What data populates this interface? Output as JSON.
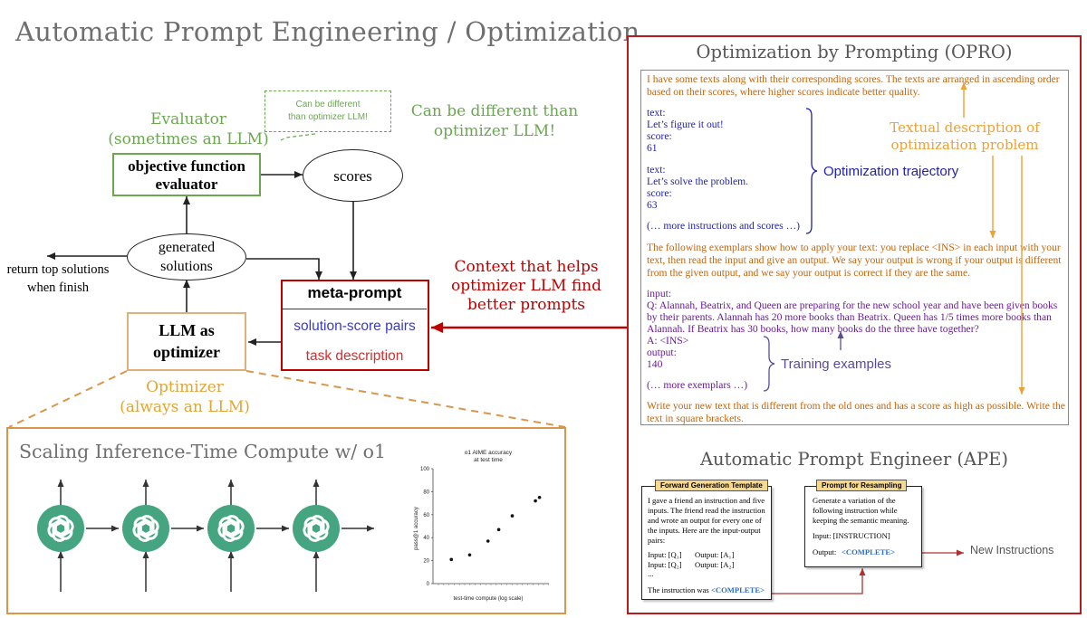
{
  "title": "Automatic Prompt Engineering / Optimization",
  "left": {
    "evaluator_label_line1": "Evaluator",
    "evaluator_label_line2": "(sometimes an LLM)",
    "callout_line1": "Can be different",
    "callout_line2": "than optimizer LLM!",
    "can_be_different_line1": "Can be different than",
    "can_be_different_line2": "optimizer LLM!",
    "objective_line1": "objective function",
    "objective_line2": "evaluator",
    "scores": "scores",
    "generated_line1": "generated",
    "generated_line2": "solutions",
    "return_line1": "return top solutions",
    "return_line2": "when finish",
    "meta_prompt": "meta-prompt",
    "solution_score_pairs": "solution-score pairs",
    "task_description": "task description",
    "llm_line1": "LLM as",
    "llm_line2": "optimizer",
    "optimizer_label_line1": "Optimizer",
    "optimizer_label_line2": "(always an LLM)",
    "context_line1": "Context that helps",
    "context_line2": "optimizer LLM find",
    "context_line3": "better prompts"
  },
  "scaling": {
    "title": "Scaling Inference-Time Compute w/ o1",
    "nodes": [
      "openai-logo",
      "openai-logo",
      "openai-logo",
      "openai-logo"
    ]
  },
  "chart_data": {
    "type": "scatter",
    "title": "o1 AIME accuracy\nat test time",
    "title_line1": "o1 AIME accuracy",
    "title_line2": "at test time",
    "xlabel": "test-time compute (log scale)",
    "ylabel": "pass@1 accuracy",
    "ylim": [
      0,
      100
    ],
    "yticks": [
      0,
      20,
      40,
      60,
      80,
      100
    ],
    "x_scale": "log",
    "points": [
      {
        "x": 1,
        "y": 21
      },
      {
        "x": 2,
        "y": 25
      },
      {
        "x": 4,
        "y": 37
      },
      {
        "x": 6,
        "y": 47
      },
      {
        "x": 10,
        "y": 59
      },
      {
        "x": 24,
        "y": 72
      },
      {
        "x": 28,
        "y": 75
      }
    ],
    "xlim": [
      0.5,
      40
    ],
    "grid": false,
    "legend": "none"
  },
  "opro": {
    "title": "Optimization by Prompting (OPRO)",
    "intro_line1": "I have some texts along with their corresponding scores. The texts are arranged in ascending order",
    "intro_line2": "based on their scores, where higher scores indicate better quality.",
    "traj1": [
      "text:",
      "Let’s figure it out!",
      "score:",
      "61"
    ],
    "traj2": [
      "text:",
      "Let’s solve the problem.",
      "score:",
      "63"
    ],
    "traj_more": "(… more instructions and scores …)",
    "exemplar_line1": "The following exemplars show how to apply your text: you replace <INS> in each input with your",
    "exemplar_line2": "text, then read the input and give an output. We say your output is wrong if your output is different",
    "exemplar_line3": "from the given output, and we say your output is correct if they are the same.",
    "input_label": "input:",
    "q_line1": "Q: Alannah, Beatrix, and Queen are preparing for the new school year and have been given books",
    "q_line2": "by their parents. Alannah has 20 more books than Beatrix. Queen has 1/5 times more books than",
    "q_line3": "Alannah. If Beatrix has 30 books, how many books do the three have together?",
    "a_line": "A: <INS>",
    "output_label": "output:",
    "output_value": "140",
    "exemplars_more": "(… more exemplars …)",
    "final_line1": "Write your new text that is different from the old ones and has a score as high as possible. Write the",
    "final_line2": "text in square brackets.",
    "textual_desc_line1": "Textual description of",
    "textual_desc_line2": "optimization problem",
    "trajectory_label": "Optimization trajectory",
    "training_label": "Training examples"
  },
  "ape": {
    "title": "Automatic Prompt Engineer (APE)",
    "fwd_header": "Forward Generation Template",
    "fwd_lines": [
      "I gave a friend an instruction and five",
      "inputs. The friend read the instruction",
      "and wrote an output for every one of",
      "the inputs. Here are the input-output",
      "pairs:"
    ],
    "fwd_io1_in": "Input: [Q₁]",
    "fwd_io1_out": "Output: [A₁]",
    "fwd_io2_in": "Input: [Q₂]",
    "fwd_io2_out": "Output: [A₂]",
    "fwd_dots": "...",
    "fwd_final": "The instruction was",
    "complete": "<COMPLETE>",
    "res_header": "Prompt for Resampling",
    "res_lines": [
      "Generate a variation of the",
      "following instruction while",
      "keeping the semantic meaning."
    ],
    "res_input": "Input: [INSTRUCTION]",
    "res_output": "Output:",
    "new_instructions": "New Instructions"
  }
}
